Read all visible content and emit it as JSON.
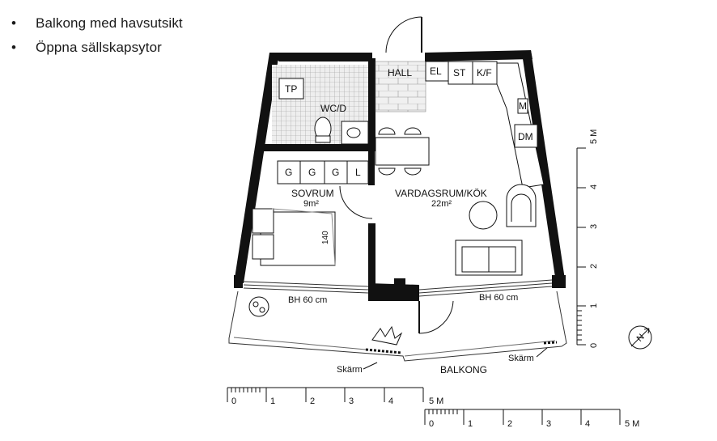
{
  "features": [
    "Balkong med havsutsikt",
    "Öppna sällskapsytor"
  ],
  "rooms": {
    "hall": "HALL",
    "wc": "WC/D",
    "tp": "TP",
    "el": "EL",
    "st": "ST",
    "kf": "K/F",
    "m": "M",
    "dm": "DM",
    "sovrum": "SOVRUM",
    "sovrum_area": "9m²",
    "vardagsrum": "VARDAGSRUM/KÖK",
    "vardagsrum_area": "22m²",
    "balkong": "BALKONG",
    "bed_width": "140"
  },
  "wardrobes": [
    "G",
    "G",
    "G",
    "L"
  ],
  "windows": {
    "left": "BH 60 cm",
    "right": "BH 60 cm"
  },
  "screens": {
    "left": "Skärm",
    "right": "Skärm"
  },
  "scale_unit": "5 M",
  "scale_ticks": [
    "0",
    "1",
    "2",
    "3",
    "4"
  ],
  "vertical_scale": {
    "unit": "5 M",
    "ticks": [
      "0",
      "1",
      "2",
      "3",
      "4"
    ]
  },
  "north_label": "N"
}
